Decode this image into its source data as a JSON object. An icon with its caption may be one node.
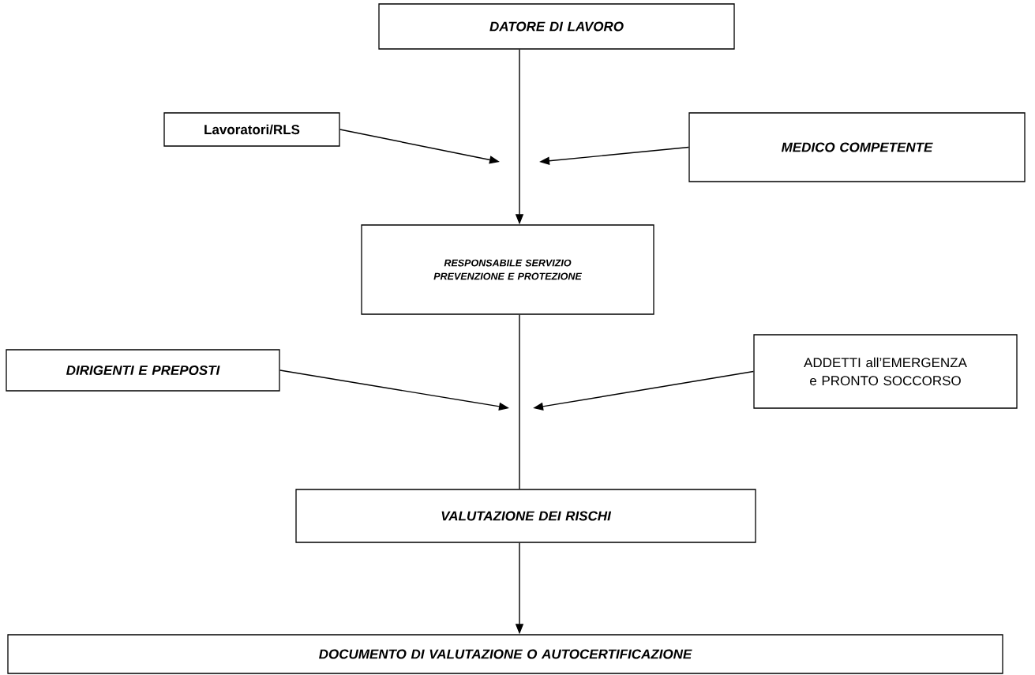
{
  "diagram": {
    "nodes": [
      {
        "text": [
          "DATORE DI LAVORO"
        ]
      },
      {
        "text": [
          "Lavoratori/RLS"
        ]
      },
      {
        "text": [
          "MEDICO COMPETENTE"
        ]
      },
      {
        "text": [
          "RESPONSABILE SERVIZIO PREVENZIONE E PROTEZIONE"
        ]
      },
      {
        "text": [
          "DIRIGENTI E PREPOSTI"
        ]
      },
      {
        "text": [
          "ADDETTI all’EMERGENZA e PRONTO SOCCORSO"
        ]
      },
      {
        "text": [
          "VALUTAZIONE DEI RISCHI"
        ]
      },
      {
        "text": [
          "DOCUMENTO DI VALUTAZIONE O AUTOCERTIFICAZIONE"
        ]
      }
    ],
    "edges": [
      {
        "from": 0,
        "to": 3,
        "arrow": "to"
      },
      {
        "from": 1,
        "to": null,
        "arrow": "to"
      },
      {
        "from": 2,
        "to": null,
        "arrow": "to"
      },
      {
        "from": 3,
        "to": 6,
        "arrow": "none"
      },
      {
        "from": 4,
        "to": null,
        "arrow": "to"
      },
      {
        "from": 5,
        "to": null,
        "arrow": "to"
      },
      {
        "from": 6,
        "to": 7,
        "arrow": "to"
      }
    ]
  }
}
